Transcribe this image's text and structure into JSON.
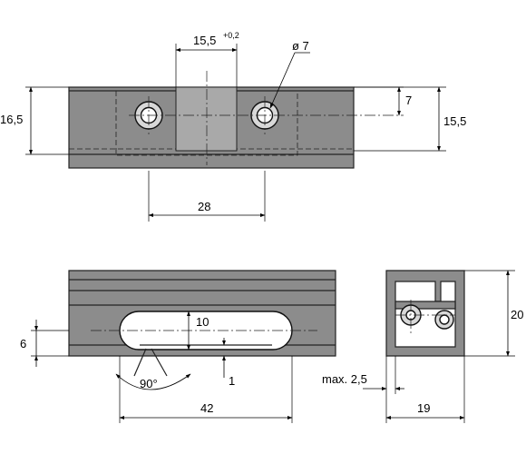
{
  "dimensions": {
    "slot_width_label": "15,5",
    "slot_width_tolerance": "+0,2",
    "hole_diameter_label": "ø 7",
    "hole_offset_label": "7",
    "left_height_label": "16,5",
    "right_height_label": "15,5",
    "hole_spacing_label": "28",
    "oblong_width_label": "10",
    "oblong_offset_label": "6",
    "angle_label": "90°",
    "groove_depth_label": "1",
    "oblong_length_label": "42",
    "wall_max_label": "max. 2,5",
    "profile_height_label": "20",
    "profile_width_label": "19"
  }
}
